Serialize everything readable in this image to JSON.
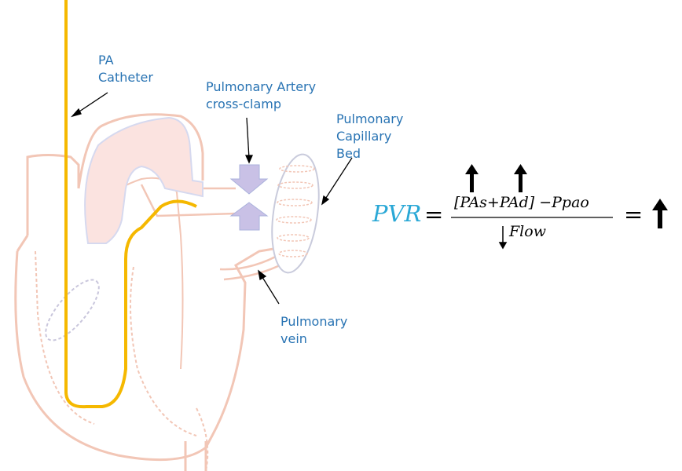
{
  "labels": {
    "pa_catheter": [
      "PA",
      "Catheter"
    ],
    "clamp": [
      "Pulmonary Artery",
      "cross-clamp"
    ],
    "capillary": [
      "Pulmonary",
      "Capillary",
      "Bed"
    ],
    "vein": [
      "Pulmonary",
      "vein"
    ]
  },
  "equation": {
    "lhs": "PVR",
    "equals": "=",
    "numerator": "[PAs+PAd] −Ppao",
    "denominator": "Flow",
    "rhs_equals": "="
  },
  "colors": {
    "label": "#2873b3",
    "catheter": "#f5b800",
    "heart_outline": "#f2c6b6",
    "heart_fill": "#fbe3e0",
    "pvr": "#2aa8d6",
    "clamp": "#c9c1e6"
  }
}
